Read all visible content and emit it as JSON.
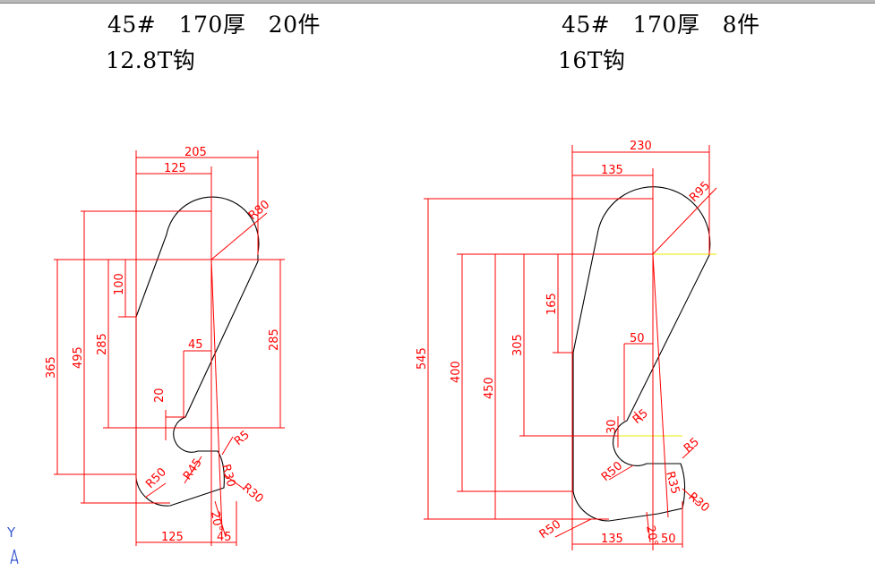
{
  "left_hook": {
    "spec_line1": "45#   170厚   20件",
    "spec_line2": "12.8T钩",
    "dims": {
      "w205": "205",
      "w125_top": "125",
      "r80": "R80",
      "h100": "100",
      "h365": "365",
      "h495": "495",
      "h285_left": "285",
      "h285_right": "285",
      "w45_mid": "45",
      "h20": "20",
      "r5": "R5",
      "r50": "R50",
      "r45": "R45",
      "r30_inner": "R30",
      "r30": "R30",
      "angle20": "20°",
      "w125_bottom": "125",
      "w45_bottom": "45"
    }
  },
  "right_hook": {
    "spec_line1": "45#   170厚   8件",
    "spec_line2": "16T钩",
    "dims": {
      "w230": "230",
      "w135_top": "135",
      "r95": "R95",
      "h165": "165",
      "h545": "545",
      "h400": "400",
      "h450": "450",
      "h305": "305",
      "w50_mid": "50",
      "h30": "30",
      "r5_inner": "R5",
      "r5": "R5",
      "r50": "R50",
      "r35": "R35",
      "r30": "R30",
      "r50_bottom": "R50",
      "angle20": "20°",
      "w135_bottom": "135",
      "w50_bottom": "50"
    }
  },
  "ucs_icon": {
    "y_label": "Y"
  }
}
